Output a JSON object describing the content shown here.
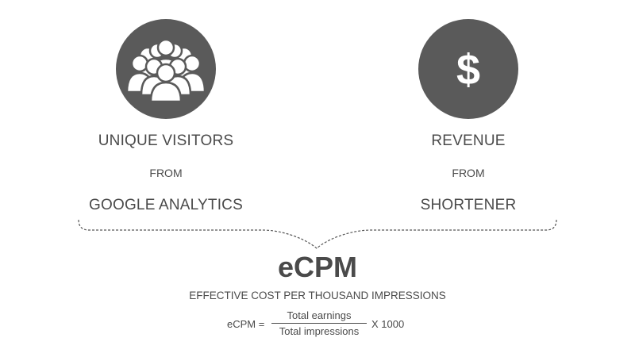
{
  "left": {
    "icon": "people-group-icon",
    "title": "UNIQUE VISITORS",
    "connector": "FROM",
    "source": "GOOGLE ANALYTICS"
  },
  "right": {
    "icon": "dollar-sign-icon",
    "title": "REVENUE",
    "connector": "FROM",
    "source": "SHORTENER"
  },
  "metric": {
    "title": "eCPM",
    "subtitle": "EFFECTIVE COST PER THOUSAND IMPRESSIONS",
    "formula": {
      "lhs": "eCPM =",
      "numerator": "Total earnings",
      "denominator": "Total impressions",
      "multiplier": "X 1000"
    }
  },
  "colors": {
    "circle": "#5a5a5a",
    "text": "#4a4a4a",
    "icon": "#ffffff"
  }
}
